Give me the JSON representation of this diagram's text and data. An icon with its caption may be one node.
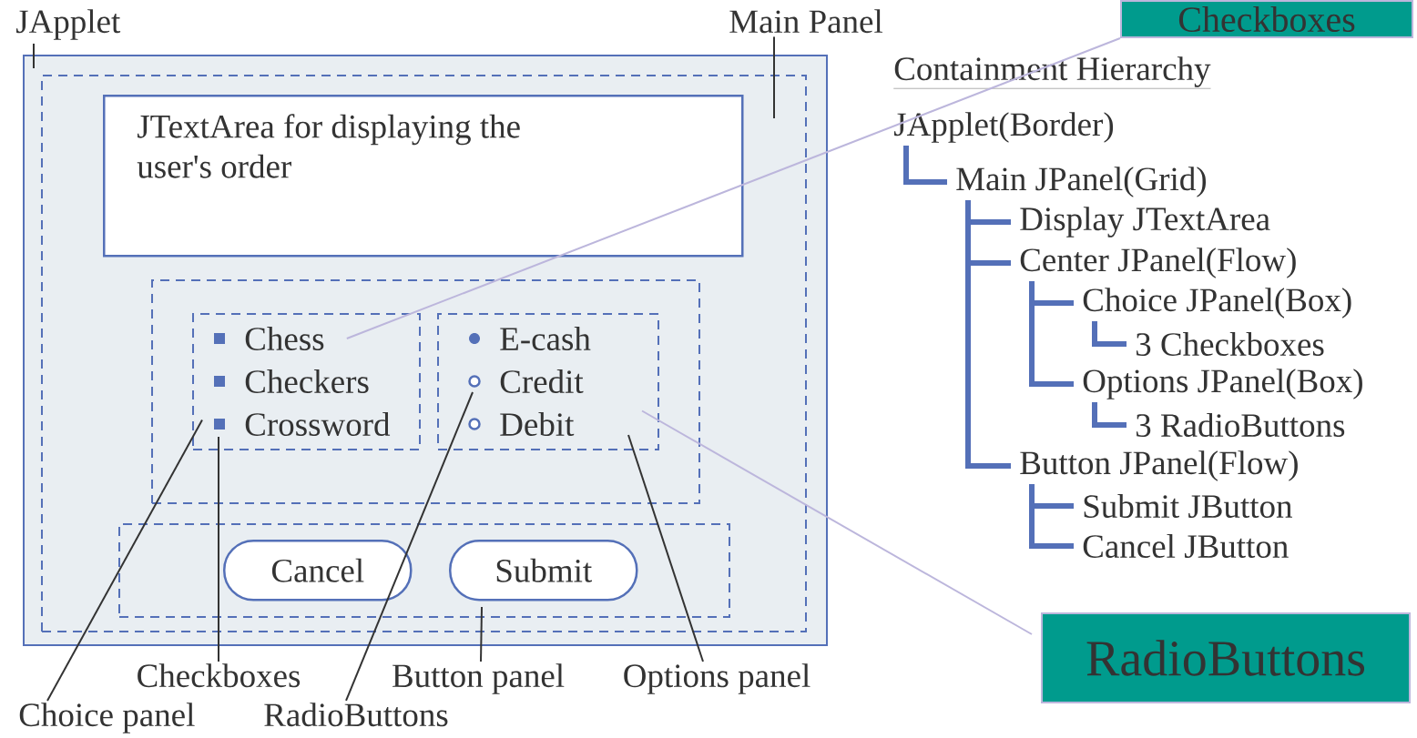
{
  "diagram": {
    "nodes": [
      {
        "text": [],
        "shape": "box"
      },
      {
        "text": [
          "JApplet"
        ]
      },
      {
        "text": [],
        "shape": "box",
        "in": 0
      },
      {
        "text": [
          "Main Panel"
        ]
      },
      {
        "text": [
          "JTextArea for displaying the user's order"
        ],
        "in": 2
      },
      {
        "text": [],
        "shape": "box",
        "in": 2
      },
      {
        "text": [],
        "shape": "box",
        "in": 5
      },
      {
        "text": [
          "Chess"
        ],
        "in": 6
      },
      {
        "text": [
          "Checkers"
        ],
        "in": 6
      },
      {
        "text": [
          "Crossword"
        ],
        "in": 6
      },
      {
        "text": [],
        "shape": "box",
        "in": 5
      },
      {
        "text": [
          "E-cash"
        ],
        "in": 10
      },
      {
        "text": [
          "Credit"
        ],
        "in": 10
      },
      {
        "text": [
          "Debit"
        ],
        "in": 10
      },
      {
        "text": [],
        "shape": "box",
        "in": 2
      },
      {
        "text": [
          "Cancel"
        ],
        "in": 14
      },
      {
        "text": [
          "Submit"
        ],
        "in": 14
      },
      {
        "text": [
          "Checkboxes"
        ]
      },
      {
        "text": [
          "Choice panel"
        ]
      },
      {
        "text": [
          "RadioButtons"
        ]
      },
      {
        "text": [
          "Button panel"
        ]
      },
      {
        "text": [
          "Options panel"
        ]
      },
      {
        "text": [
          "Checkboxes"
        ]
      },
      {
        "text": [
          "RadioButtons"
        ]
      },
      {
        "text": [
          "JApplet(Border)"
        ]
      },
      {
        "text": [
          "Main JPanel(Grid)"
        ]
      },
      {
        "text": [
          "Display JTextArea"
        ]
      },
      {
        "text": [
          "Center JPanel(Flow)"
        ]
      },
      {
        "text": [
          "Choice JPanel(Box)"
        ]
      },
      {
        "text": [
          "3 Checkboxes"
        ]
      },
      {
        "text": [
          "Options JPanel(Box)"
        ]
      },
      {
        "text": [
          "3 RadioButtons"
        ]
      },
      {
        "text": [
          "Button JPanel(Flow)"
        ]
      },
      {
        "text": [
          "Submit JButton"
        ]
      },
      {
        "text": [
          "Cancel JButton"
        ]
      }
    ],
    "edges": [
      {
        "from": 1,
        "to": 0,
        "arrow": "none",
        "color": "#333333"
      },
      {
        "from": 3,
        "to": 2,
        "arrow": "none",
        "color": "#333333"
      },
      {
        "from": 17,
        "to": 9,
        "arrow": "none",
        "color": "#333333"
      },
      {
        "from": 18,
        "to": 6,
        "arrow": "none",
        "color": "#333333"
      },
      {
        "from": 19,
        "to": 12,
        "arrow": "none",
        "color": "#333333"
      },
      {
        "from": 20,
        "to": 14,
        "arrow": "none",
        "color": "#333333"
      },
      {
        "from": 21,
        "to": 10,
        "arrow": "none",
        "color": "#333333"
      },
      {
        "from": 7,
        "to": 22,
        "arrow": "none",
        "color": "#bcb6dc"
      },
      {
        "from": 10,
        "to": 23,
        "arrow": "none",
        "color": "#bcb6dc"
      },
      {
        "from": 24,
        "to": 25,
        "arrow": "none"
      },
      {
        "from": 25,
        "to": 26,
        "arrow": "none"
      },
      {
        "from": 25,
        "to": 27,
        "arrow": "none"
      },
      {
        "from": 27,
        "to": 28,
        "arrow": "none"
      },
      {
        "from": 28,
        "to": 29,
        "arrow": "none"
      },
      {
        "from": 27,
        "to": 30,
        "arrow": "none"
      },
      {
        "from": 30,
        "to": 31,
        "arrow": "none"
      },
      {
        "from": 25,
        "to": 32,
        "arrow": "none"
      },
      {
        "from": 32,
        "to": 33,
        "arrow": "none"
      },
      {
        "from": 32,
        "to": 34,
        "arrow": "none"
      }
    ],
    "labels": [
      "Containment Hierarchy"
    ]
  }
}
